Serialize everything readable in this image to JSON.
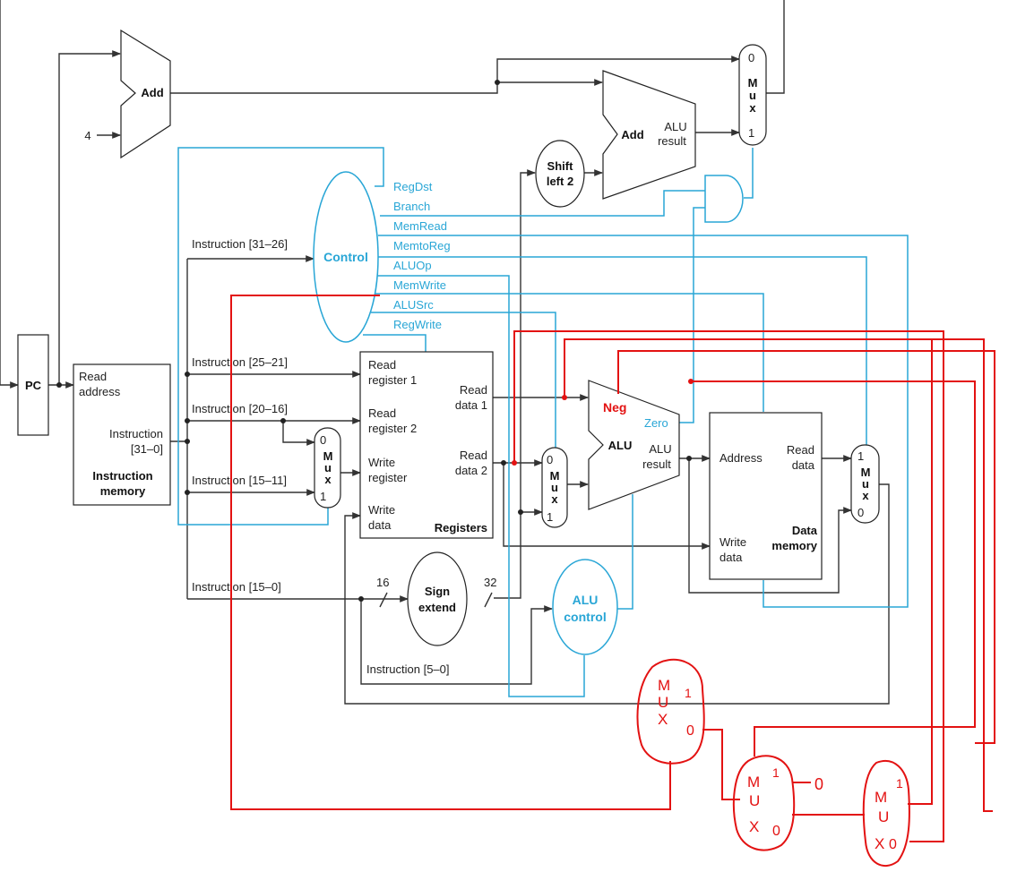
{
  "blocks": {
    "pc": "PC",
    "add_pc": "Add",
    "const_four": "4",
    "add_branch": "Add",
    "add_branch_result_1": "ALU",
    "add_branch_result_2": "result",
    "shift_1": "Shift",
    "shift_2": "left 2",
    "control": "Control",
    "alu_control_1": "ALU",
    "alu_control_2": "control",
    "sign_1": "Sign",
    "sign_2": "extend",
    "alu": "ALU",
    "alu_zero": "Zero",
    "alu_result_1": "ALU",
    "alu_result_2": "result",
    "neg": "Neg"
  },
  "instruction_memory": {
    "read_1": "Read",
    "read_2": "address",
    "instr_1": "Instruction",
    "instr_2": "[31–0]",
    "name_1": "Instruction",
    "name_2": "memory"
  },
  "registers": {
    "rr1_1": "Read",
    "rr1_2": "register 1",
    "rr2_1": "Read",
    "rr2_2": "register 2",
    "wr_1": "Write",
    "wr_2": "register",
    "wd_1": "Write",
    "wd_2": "data",
    "rd1_1": "Read",
    "rd1_2": "data 1",
    "rd2_1": "Read",
    "rd2_2": "data 2",
    "name": "Registers"
  },
  "data_memory": {
    "address": "Address",
    "rd_1": "Read",
    "rd_2": "data",
    "wd_1": "Write",
    "wd_2": "data",
    "name_1": "Data",
    "name_2": "memory"
  },
  "instruction_fields": {
    "f31_26": "Instruction [31–26]",
    "f25_21": "Instruction [25–21]",
    "f20_16": "Instruction [20–16]",
    "f15_11": "Instruction [15–11]",
    "f15_0": "Instruction [15–0]",
    "f5_0": "Instruction [5–0]"
  },
  "bus_widths": {
    "in": "16",
    "out": "32"
  },
  "control_signals": [
    "RegDst",
    "Branch",
    "MemRead",
    "MemtoReg",
    "ALUOp",
    "MemWrite",
    "ALUSrc",
    "RegWrite"
  ],
  "muxes": {
    "letters": [
      "M",
      "u",
      "x"
    ],
    "top": {
      "in0": "0",
      "in1": "1"
    },
    "reg_dst": {
      "in0": "0",
      "in1": "1"
    },
    "alu_src": {
      "in0": "0",
      "in1": "1"
    },
    "mem_to_reg": {
      "in1": "1",
      "in0": "0"
    }
  },
  "handwritten_muxes": [
    {
      "letters": [
        "M",
        "U",
        "X"
      ],
      "in1": "1",
      "in0": "0"
    },
    {
      "letters": [
        "M",
        "U",
        "X"
      ],
      "in1": "1",
      "in0": "0",
      "const_in": "0"
    },
    {
      "letters": [
        "M",
        "U",
        "X"
      ],
      "in1": "1",
      "in0": "0"
    }
  ],
  "colors": {
    "datapath": "#333333",
    "control": "#29a6d6",
    "annotation": "#e31212"
  }
}
